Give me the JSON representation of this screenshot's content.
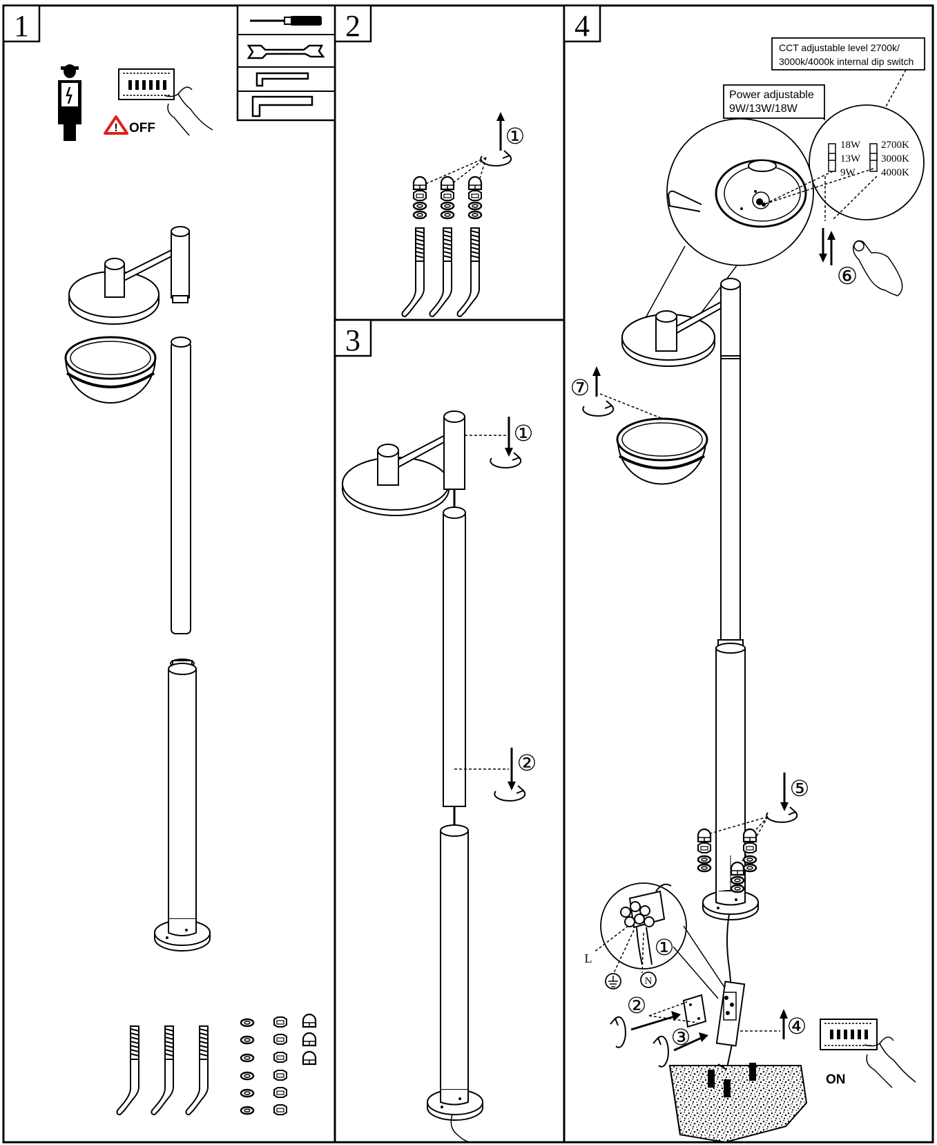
{
  "panels": {
    "p1": "1",
    "p2": "2",
    "p3": "3",
    "p4": "4"
  },
  "labels": {
    "off": "OFF",
    "on": "ON",
    "cct_line1": "CCT adjustable level 2700k/",
    "cct_line2": "3000k/4000k internal dip switch",
    "power_line1": "Power adjustable",
    "power_line2": "9W/13W/18W",
    "w18": "18W",
    "w13": "13W",
    "w9": "9W",
    "k2700": "2700K",
    "k3000": "3000K",
    "k4000": "4000K",
    "wire_l": "L",
    "wire_n": "N"
  },
  "steps": {
    "s1": "①",
    "s2": "②",
    "s3": "③",
    "s4": "④",
    "s5": "⑤",
    "s6": "⑥",
    "s7": "⑦"
  },
  "icons": [
    "screwdriver-icon",
    "wrench-icon",
    "hex-key-small-icon",
    "hex-key-large-icon",
    "electrician-icon",
    "warning-triangle-icon",
    "breaker-switch-icon",
    "hand-icon",
    "rotate-arrow-icon",
    "earth-ground-icon"
  ],
  "colors": {
    "warning": "#e0201b",
    "line": "#000000",
    "background": "#ffffff"
  }
}
